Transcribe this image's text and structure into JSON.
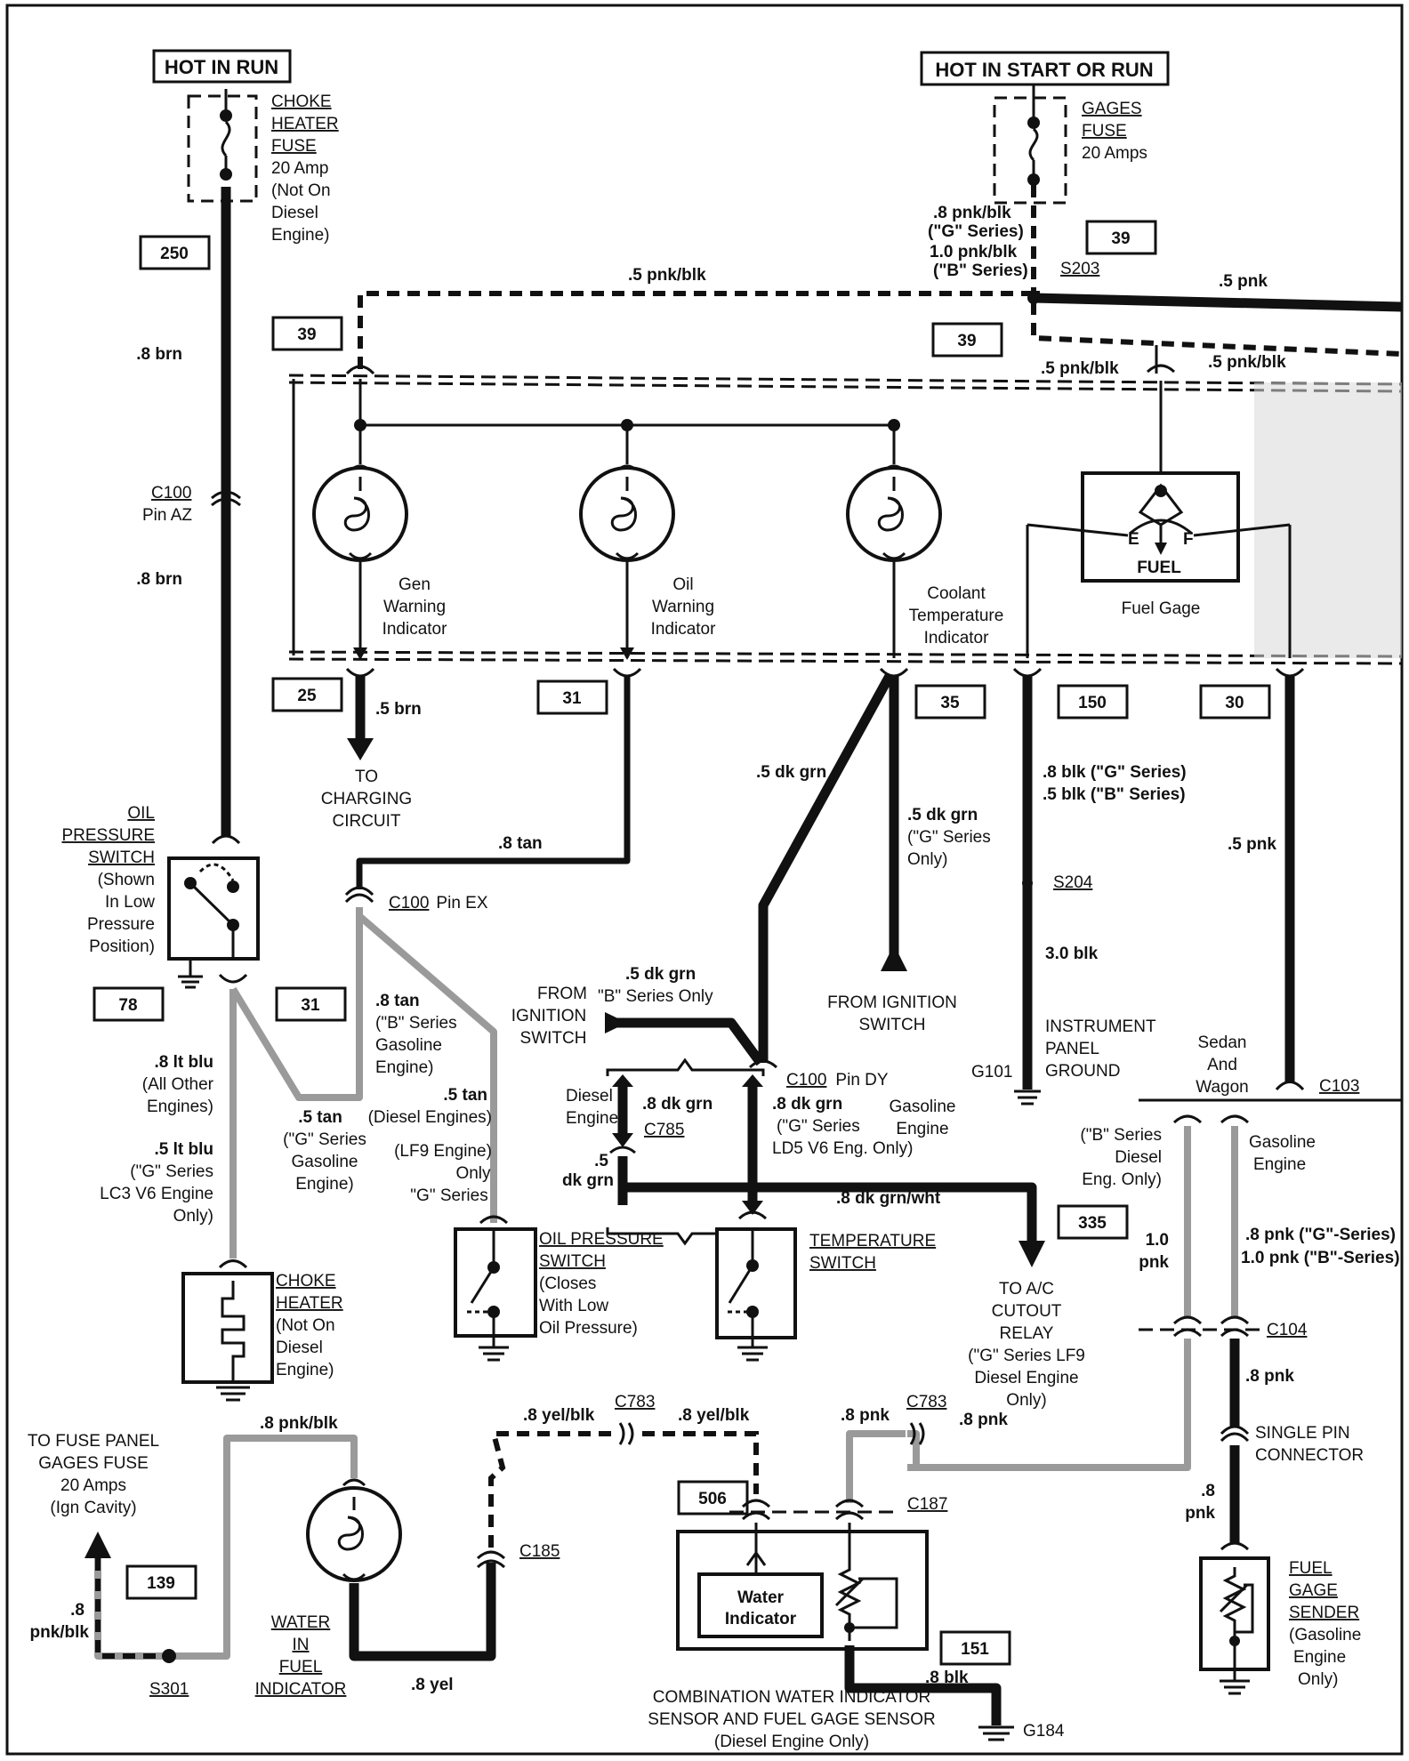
{
  "labels": {
    "hot_in_run": "HOT IN RUN",
    "hot_in_start_or_run": "HOT IN START OR RUN",
    "choke_heater_fuse": [
      "CHOKE",
      "HEATER",
      "FUSE",
      "20 Amp",
      "(Not On",
      "Diesel",
      "Engine)"
    ],
    "gages_fuse": [
      "GAGES",
      "FUSE",
      "20 Amps"
    ],
    "pnk_blk_series": [
      ".8 pnk/blk",
      "(\"G\" Series)",
      "1.0 pnk/blk",
      "(\"B\" Series)"
    ],
    "s203": "S203",
    "w_5pnkblk_top": ".5 pnk/blk",
    "w_5pnk_top": ".5 pnk",
    "w_5pnkblk_r1": ".5 pnk/blk",
    "w_5pnkblk_r2": ".5 pnk/blk",
    "w_8brn_1": ".8 brn",
    "w_8brn_2": ".8 brn",
    "c100_pin_az": [
      "C100",
      "Pin AZ"
    ],
    "gen_warning": [
      "Gen",
      "Warning",
      "Indicator"
    ],
    "oil_warning": [
      "Oil",
      "Warning",
      "Indicator"
    ],
    "coolant": [
      "Coolant",
      "Temperature",
      "Indicator"
    ],
    "fuel_gage": "Fuel Gage",
    "fuel_word": "FUEL",
    "gauge_e": "E",
    "gauge_f": "F",
    "w_5brn": ".5 brn",
    "to_charging": [
      "TO",
      "CHARGING",
      "CIRCUIT"
    ],
    "w_8tan": ".8 tan",
    "c100_pin_ex": "C100",
    "pin_ex": "Pin EX",
    "w_5dkgrn": ".5 dk grn",
    "w_5dkgrn_g": [
      ".5 dk grn",
      "(\"G\" Series",
      "Only)"
    ],
    "from_ign_switch_r": [
      "FROM IGNITION",
      "SWITCH"
    ],
    "w_blk_series": [
      ".8 blk (\"G\" Series)",
      ".5 blk (\"B\" Series)"
    ],
    "s204": "S204",
    "w_3blk": "3.0 blk",
    "instrument_ground": [
      "INSTRUMENT",
      "PANEL",
      "GROUND"
    ],
    "g101": "G101",
    "w_5pnk_right": ".5 pnk",
    "sedan_wagon": [
      "Sedan",
      "And",
      "Wagon"
    ],
    "c103": "C103",
    "oil_pressure_switch_l": [
      "OIL",
      "PRESSURE",
      "SWITCH",
      "(Shown",
      "In Low",
      "Pressure",
      "Position)"
    ],
    "w_8tan_b": [
      ".8 tan",
      "(\"B\" Series",
      "Gasoline",
      "Engine)"
    ],
    "w_5tan_g": [
      ".5 tan",
      "(\"G\" Series",
      "Gasoline",
      "Engine)"
    ],
    "w_5tan_diesel": [
      ".5 tan",
      "(Diesel Engines)"
    ],
    "lf9_only": [
      "(LF9 Engine)",
      "Only",
      "\"G\" Series"
    ],
    "from_ign_switch_c": [
      "FROM",
      "IGNITION",
      "SWITCH"
    ],
    "w_5dkgrn_b": [
      ".5 dk grn",
      "\"B\" Series Only"
    ],
    "c100_pin_dy": "C100",
    "pin_dy": "Pin DY",
    "diesel_engine": [
      "Diesel",
      "Engine"
    ],
    "gasoline_engine": [
      "Gasoline",
      "Engine"
    ],
    "w_8dkgrn": ".8 dk grn",
    "c785": "C785",
    "w_8dkgrn_g": [
      ".8 dk grn",
      "(\"G\" Series",
      "LD5 V6 Eng. Only)"
    ],
    "w_5dkgrn_short": [
      ".5",
      "dk grn"
    ],
    "w_8dkgrnwht": ".8 dk grn/wht",
    "oil_pressure_switch_c": [
      "OIL PRESSURE",
      "SWITCH",
      "(Closes",
      "With Low",
      "Oil Pressure)"
    ],
    "temperature_switch": [
      "TEMPERATURE",
      "SWITCH"
    ],
    "to_ac": [
      "TO A/C",
      "CUTOUT",
      "RELAY",
      "(\"G\" Series LF9",
      "Diesel Engine",
      "Only)"
    ],
    "b_series_diesel": [
      "(\"B\" Series",
      "Diesel",
      "Eng. Only)"
    ],
    "gasoline_engine_r": [
      "Gasoline",
      "Engine"
    ],
    "w_1pnk": [
      "1.0",
      "pnk"
    ],
    "w_pnk_series": [
      ".8 pnk (\"G\"-Series)",
      "1.0 pnk (\"B\"-Series)"
    ],
    "c104": "C104",
    "w_8pnk_a": ".8 pnk",
    "single_pin": [
      "SINGLE PIN",
      "CONNECTOR"
    ],
    "w_8pnk_b": [
      ".8",
      "pnk"
    ],
    "fuel_gage_sender": [
      "FUEL",
      "GAGE",
      "SENDER",
      "(Gasoline",
      "Engine",
      "Only)"
    ],
    "w_8ltblu": [
      ".8 lt blu",
      "(All Other",
      "Engines)"
    ],
    "w_5ltblu": [
      ".5 lt blu",
      "(\"G\" Series",
      "LC3 V6 Engine",
      "Only)"
    ],
    "choke_heater": [
      "CHOKE",
      "HEATER",
      "(Not On",
      "Diesel",
      "Engine)"
    ],
    "to_fuse_panel": [
      "TO FUSE PANEL",
      "GAGES FUSE",
      "20 Amps",
      "(Ign Cavity)"
    ],
    "w_8pnkblk_left": [
      ".8",
      "pnk/blk"
    ],
    "s301": "S301",
    "w_8pnkblk_b": ".8 pnk/blk",
    "water_in_fuel": [
      "WATER",
      "IN",
      "FUEL",
      "INDICATOR"
    ],
    "w_8yel": ".8 yel",
    "w_8yelblk_1": ".8 yel/blk",
    "w_8yelblk_2": ".8 yel/blk",
    "c783_a": "C783",
    "c783_b": "C783",
    "c185": "C185",
    "w_8pnk_c": ".8 pnk",
    "w_8pnk_d": ".8 pnk",
    "c187": "C187",
    "water_indicator": [
      "Water",
      "Indicator"
    ],
    "w_8blk": ".8 blk",
    "g184": "G184",
    "combo_sensor": [
      "COMBINATION WATER INDICATOR",
      "SENSOR AND FUEL GAGE SENSOR",
      "(Diesel Engine Only)"
    ]
  },
  "circuits": {
    "c250": "250",
    "c39a": "39",
    "c39b": "39",
    "c39c": "39",
    "c25": "25",
    "c31a": "31",
    "c35": "35",
    "c150": "150",
    "c30": "30",
    "c78": "78",
    "c31b": "31",
    "c335": "335",
    "c139": "139",
    "c506": "506",
    "c151": "151"
  }
}
